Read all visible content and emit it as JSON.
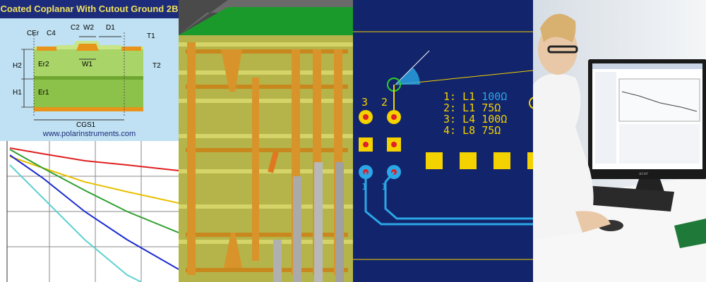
{
  "impedance_panel": {
    "title": "Coated Coplanar With Cutout Ground 2B",
    "url": "www.polarinstruments.com",
    "labels": {
      "cer": "CEr",
      "c4": "C4",
      "c2": "C2",
      "w2": "W2",
      "d1": "D1",
      "t1": "T1",
      "h2": "H2",
      "er2": "Er2",
      "w1": "W1",
      "t2": "T2",
      "h1": "H1",
      "er1": "Er1",
      "cgs1": "CGS1"
    }
  },
  "layout_panel": {
    "pad_numbers": {
      "p3": "3",
      "p2": "2",
      "p1a": "1",
      "p1b": "1"
    },
    "legend": [
      {
        "num": "1:",
        "layer": "L1",
        "imp": "100Ω"
      },
      {
        "num": "2:",
        "layer": "L1",
        "imp": "75Ω"
      },
      {
        "num": "3:",
        "layer": "L4",
        "imp": "100Ω"
      },
      {
        "num": "4:",
        "layer": "L8",
        "imp": "75Ω"
      }
    ]
  },
  "colors": {
    "title_bg": "#1c2c7a",
    "title_fg": "#f0e060",
    "pcb_bg": "#12246b",
    "copper": "#f4d200",
    "pad_red": "#e0202a",
    "trace_cyan": "#2aa7e6"
  },
  "icons": {
    "brand_logo": "acer-logo"
  }
}
